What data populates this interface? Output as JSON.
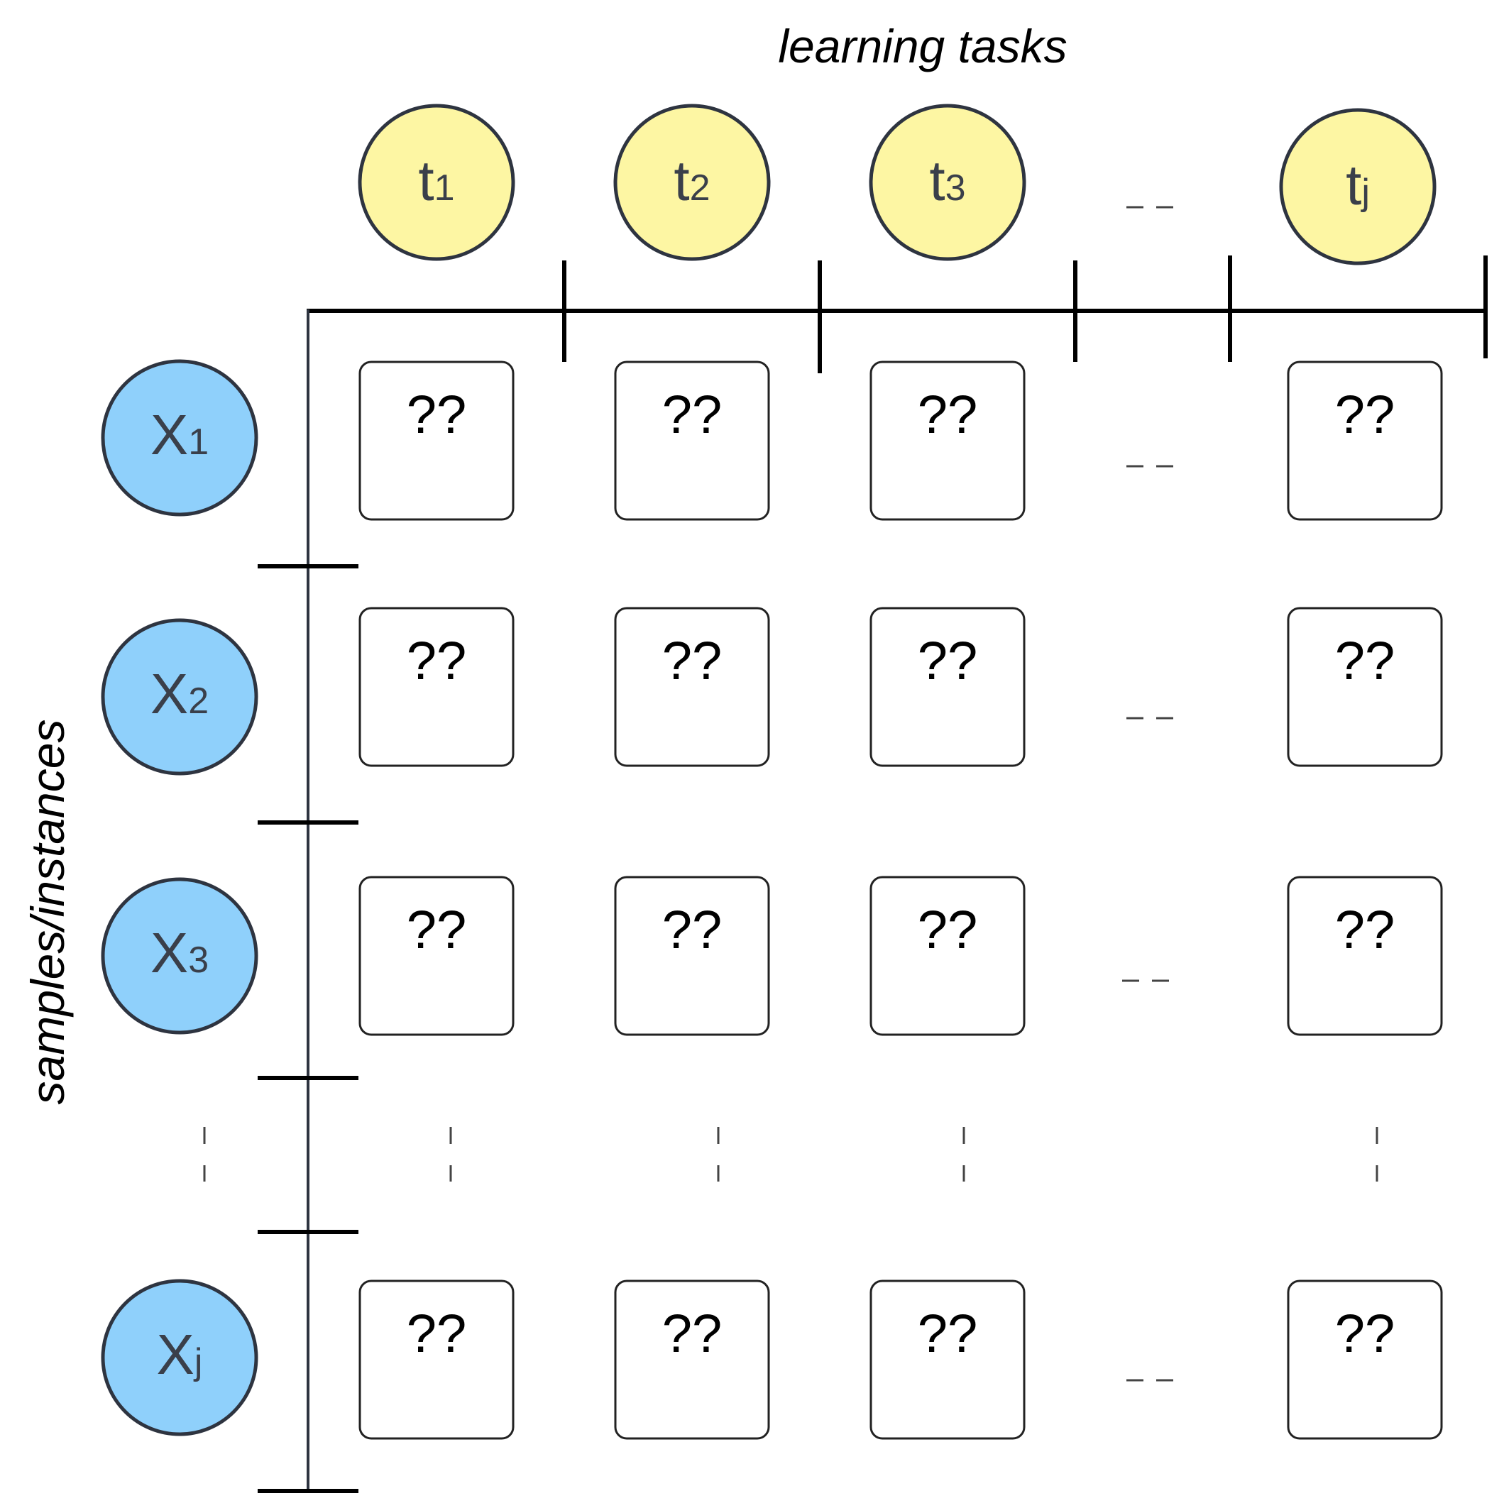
{
  "diagram": {
    "title_tasks": "learning tasks",
    "title_samples": "samples/instances",
    "tasks": [
      {
        "base": "t",
        "sub": "1"
      },
      {
        "base": "t",
        "sub": "2"
      },
      {
        "base": "t",
        "sub": "3"
      },
      {
        "base": "t",
        "sub": "j"
      }
    ],
    "samples": [
      {
        "base": "X",
        "sub": "1"
      },
      {
        "base": "X",
        "sub": "2"
      },
      {
        "base": "X",
        "sub": "3"
      },
      {
        "base": "X",
        "sub": "j"
      }
    ],
    "cell_label": "??",
    "colors": {
      "task_fill": "#fdf6a3",
      "sample_fill": "#8fd0fb",
      "node_stroke": "#2e3440",
      "axis": "#000000"
    }
  }
}
